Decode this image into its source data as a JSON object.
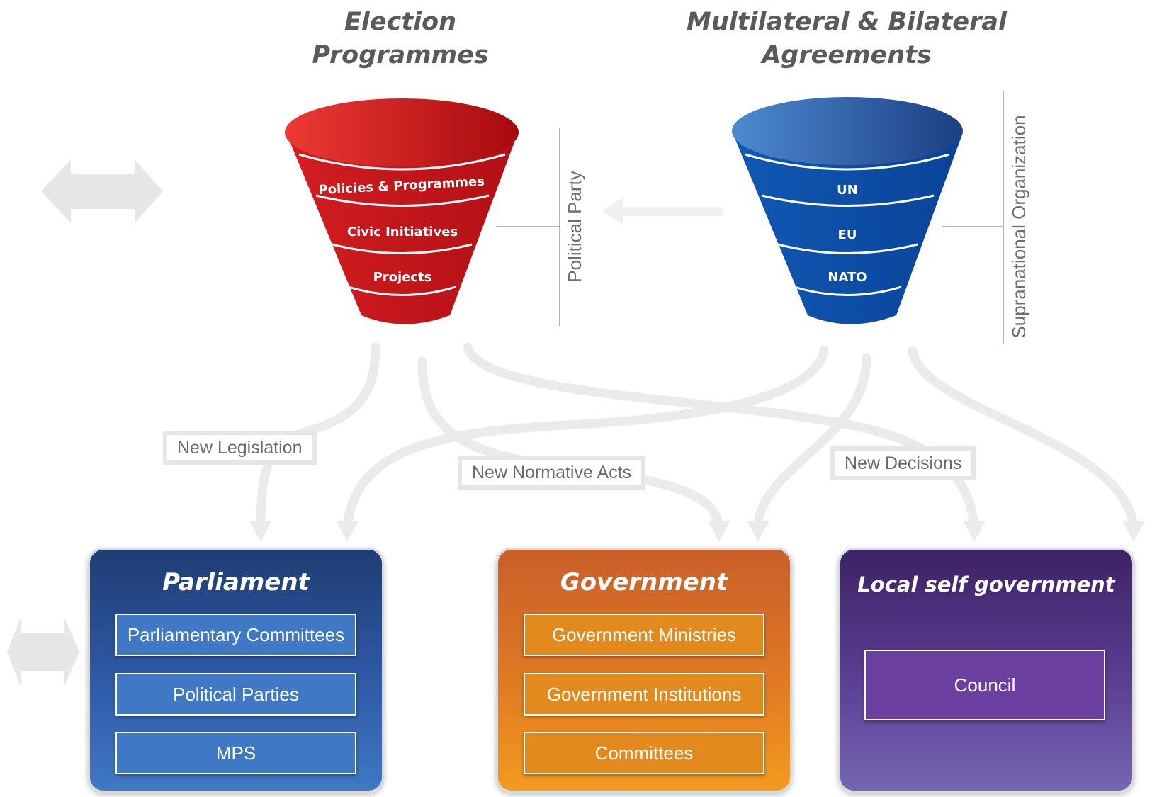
{
  "headings": {
    "left": "Election Programmes",
    "right": "Multilateral & Bilateral Agreements"
  },
  "funnels": {
    "left": {
      "levels": [
        "Policies & Programmes",
        "Civic Initiatives",
        "Projects"
      ],
      "side_label": "Political Party",
      "color": "#c8161d"
    },
    "right": {
      "levels": [
        "UN",
        "EU",
        "NATO"
      ],
      "side_label": "Supranational Organization",
      "color": "#0d4fa8"
    }
  },
  "flows": {
    "new_legislation": "New Legislation",
    "new_normative_acts": "New Normative Acts",
    "new_decisions": "New Decisions"
  },
  "institutions": {
    "parliament": {
      "title": "Parliament",
      "items": [
        "Parliamentary Committees",
        "Political Parties",
        "MPS"
      ],
      "color": "#2f5aa8"
    },
    "government": {
      "title": "Government",
      "items": [
        "Government Ministries",
        "Government Institutions",
        "Committees"
      ],
      "color": "#e07a22"
    },
    "local": {
      "title": "Local self government",
      "items": [
        "Council"
      ],
      "color": "#5b3f93"
    }
  }
}
